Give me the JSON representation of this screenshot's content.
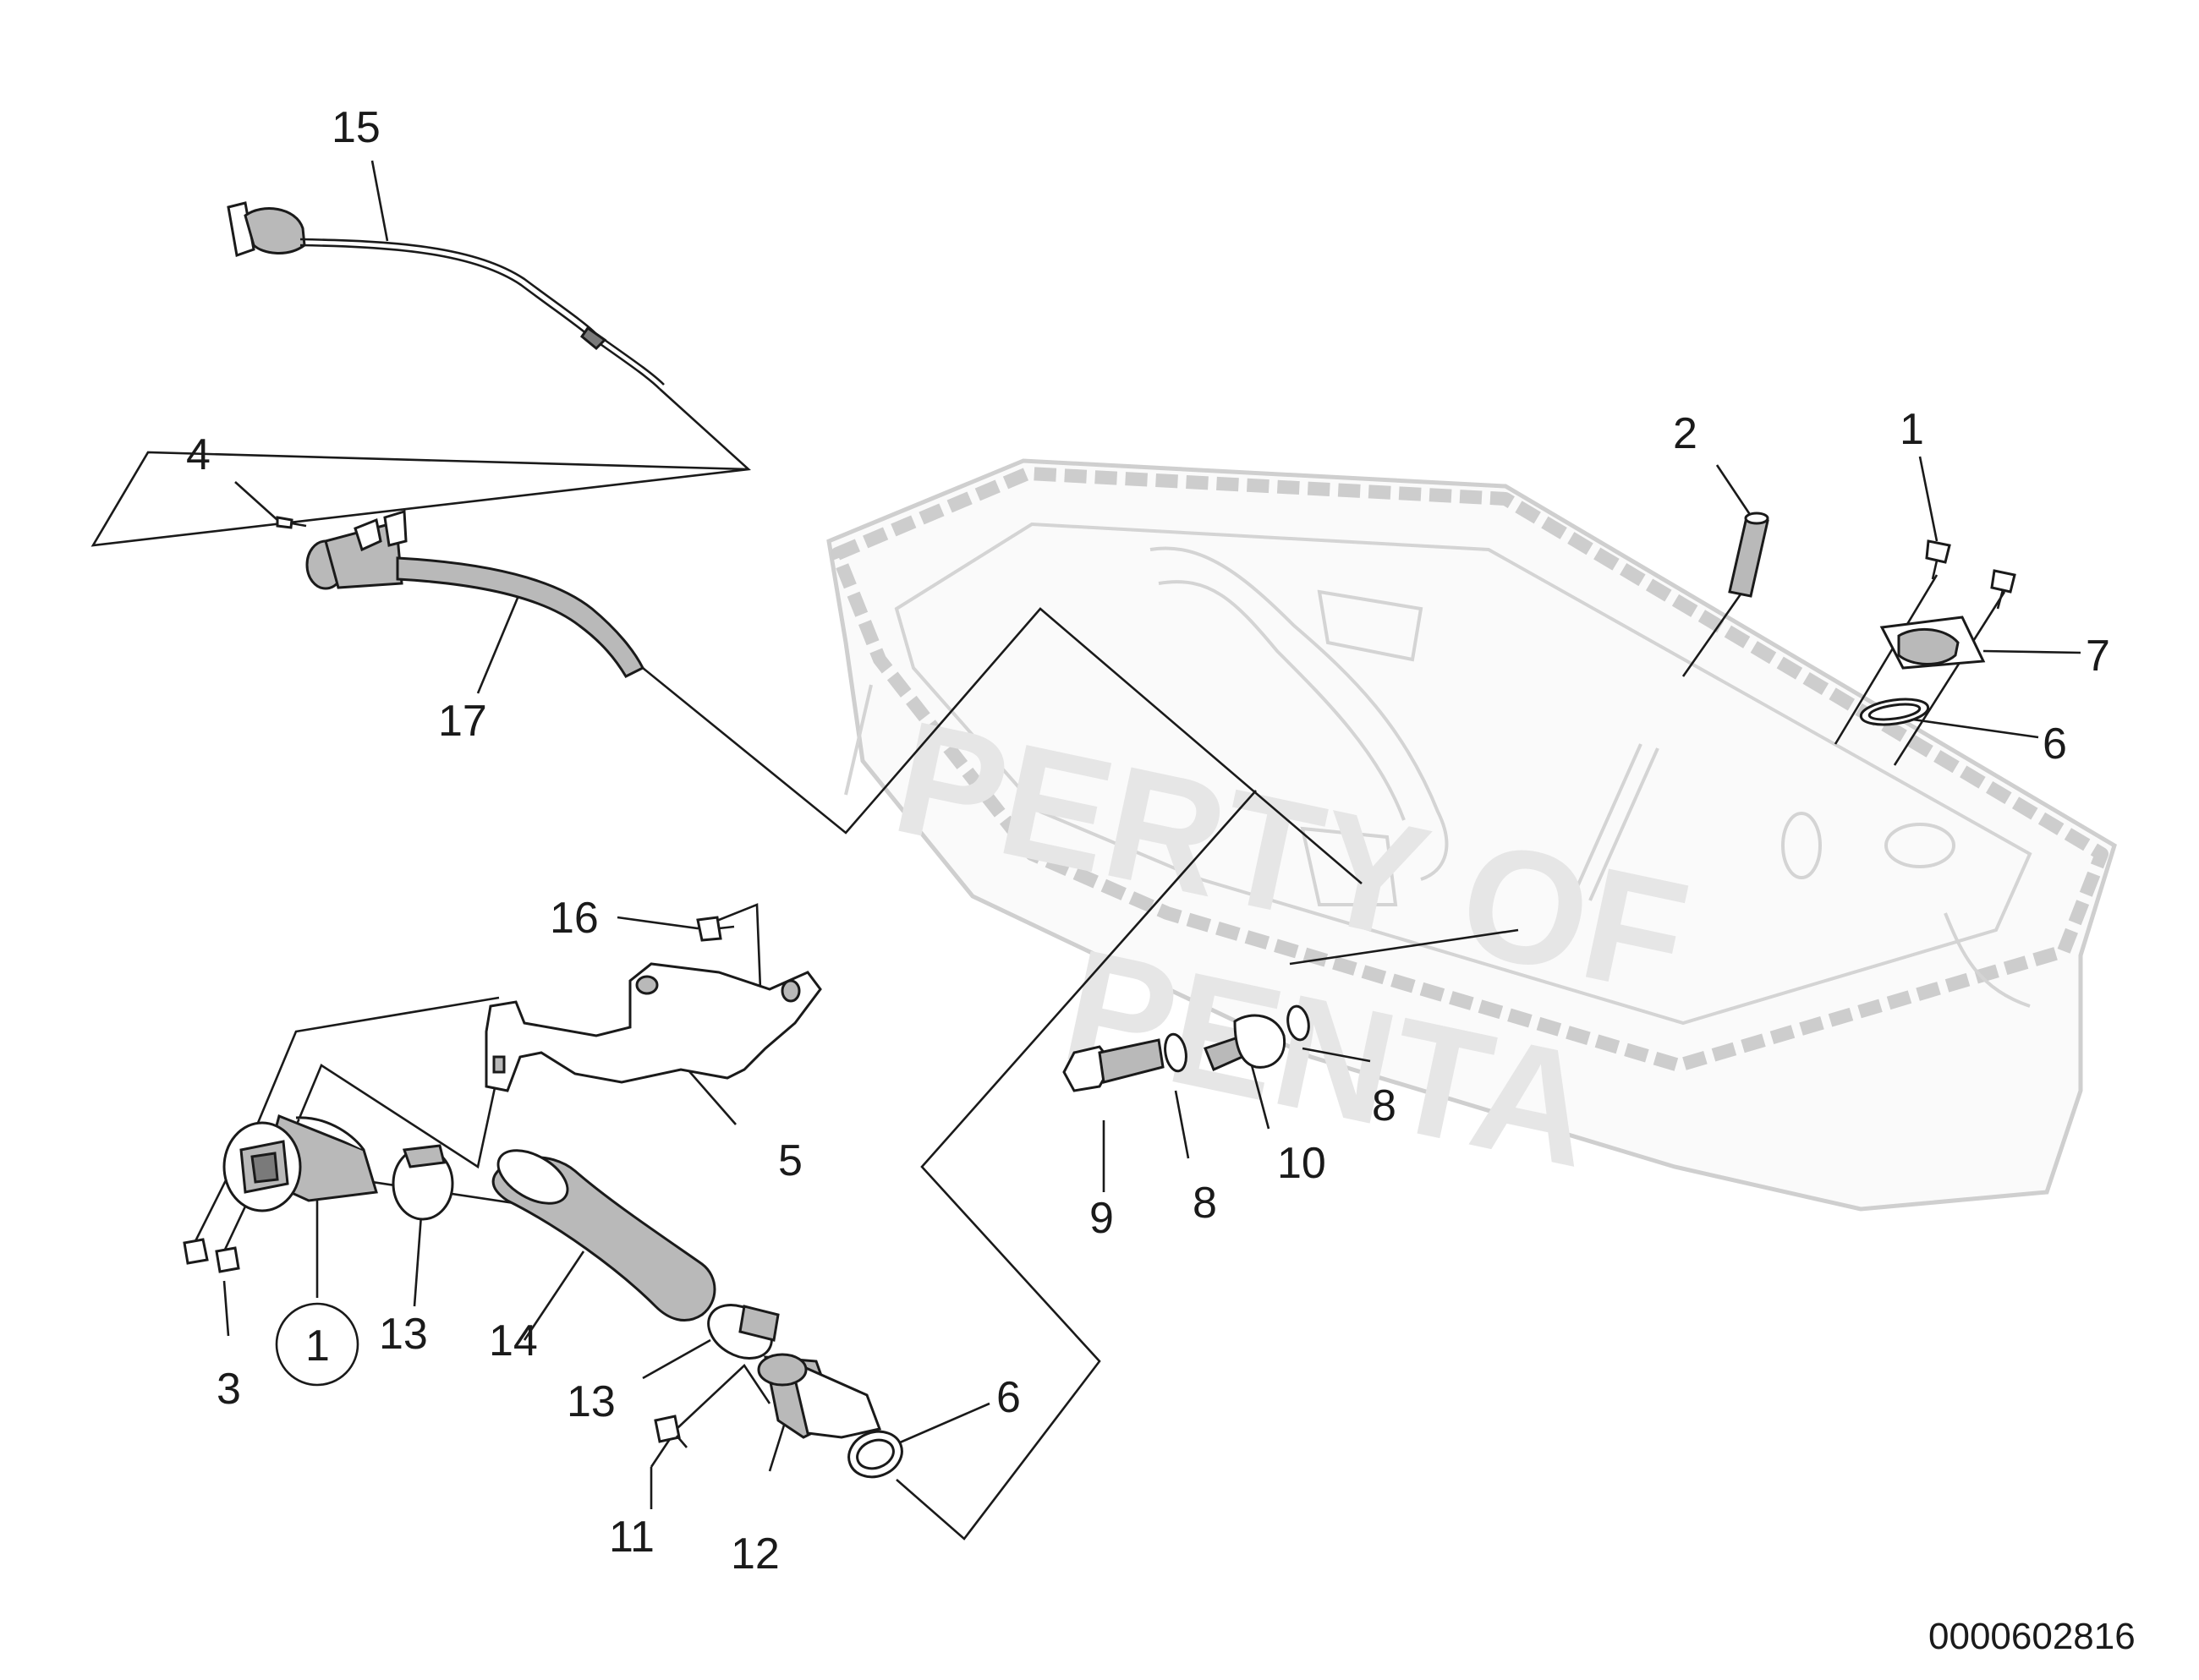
{
  "callouts": {
    "c1_top": "1",
    "c2": "2",
    "c3": "3",
    "c4": "4",
    "c5": "5",
    "c6_right": "6",
    "c6_left": "6",
    "c7": "7",
    "c8_right": "8",
    "c8_left": "8",
    "c9": "9",
    "c10": "10",
    "c11": "11",
    "c12": "12",
    "c13_left": "13",
    "c13_right": "13",
    "c14": "14",
    "c15": "15",
    "c16": "16",
    "c17": "17",
    "c1_circled": "1"
  },
  "reference_number": "0000602816",
  "watermark": {
    "line1": "PERTY OF",
    "line2": "PENTA"
  },
  "colors": {
    "ink": "#1a1a1a",
    "pan_outline": "#cfcfcf",
    "part_shade": "#b9b9b9",
    "watermark": "#e6e6e6"
  }
}
